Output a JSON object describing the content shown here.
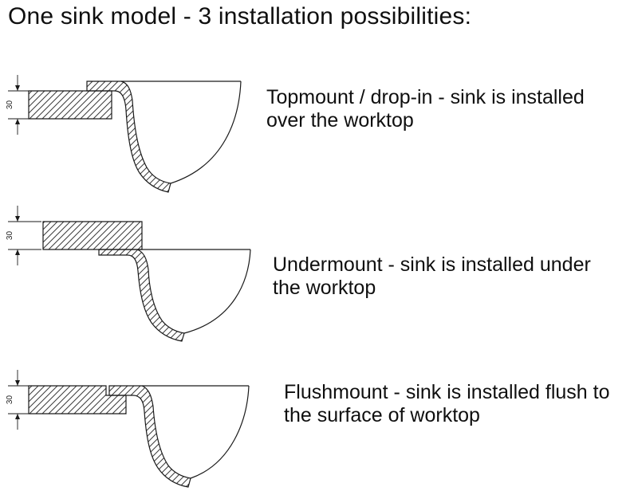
{
  "title": "One sink model - 3 installation possibilities:",
  "diagrams": [
    {
      "name": "topmount",
      "dimension": "30",
      "label": "Topmount / drop-in - sink is installed over the worktop"
    },
    {
      "name": "undermount",
      "dimension": "30",
      "label": "Undermount - sink is installed under the worktop"
    },
    {
      "name": "flushmount",
      "dimension": "30",
      "label": "Flushmount - sink is installed flush to the surface of worktop"
    }
  ],
  "colors": {
    "line": "#1a1a1a",
    "hatch": "#3a3a3a",
    "background": "#ffffff"
  }
}
